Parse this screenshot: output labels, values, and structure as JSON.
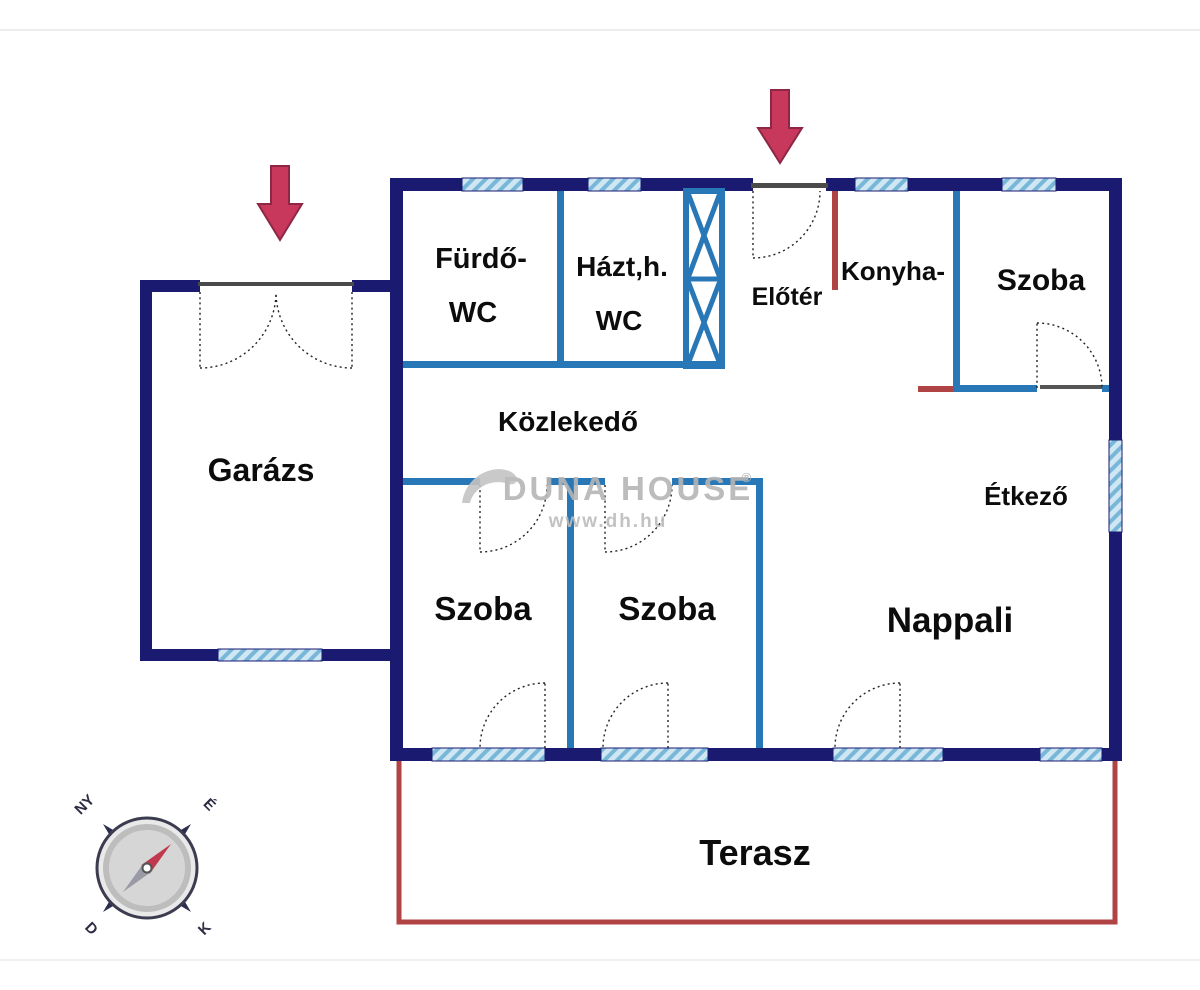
{
  "rooms": {
    "furdo": {
      "line1": "Fürdő-",
      "line2": "WC"
    },
    "haztartasi": {
      "line1": "Házt,h.",
      "line2": "WC"
    },
    "eloter": {
      "label": "Előtér"
    },
    "konyha": {
      "label": "Konyha-"
    },
    "szoba_felso": {
      "label": "Szoba"
    },
    "garazs": {
      "label": "Garázs"
    },
    "kozlekedo": {
      "label": "Közlekedő"
    },
    "etkezo": {
      "label": "Étkező"
    },
    "szoba_bal": {
      "label": "Szoba"
    },
    "szoba_kozep": {
      "label": "Szoba"
    },
    "nappali": {
      "label": "Nappali"
    },
    "terasz": {
      "label": "Terasz"
    }
  },
  "watermark": {
    "brand": "DUNA HOUSE",
    "reg": "®",
    "url": "www.dh.hu"
  },
  "compass": {
    "nw": "NY",
    "ne": "É",
    "sw": "D",
    "se": "K"
  },
  "colors": {
    "outer_wall": "#1a1a70",
    "inner_wall": "#2878b8",
    "red_wall": "#b04343",
    "terrace_outline": "#b04343",
    "window_fill": "#cfe6f3",
    "window_stripe": "#79b7d9",
    "entrance_arrow": "#c7385c",
    "label_text": "#0c0c0c",
    "watermark_gray": "#b5b5b5"
  }
}
